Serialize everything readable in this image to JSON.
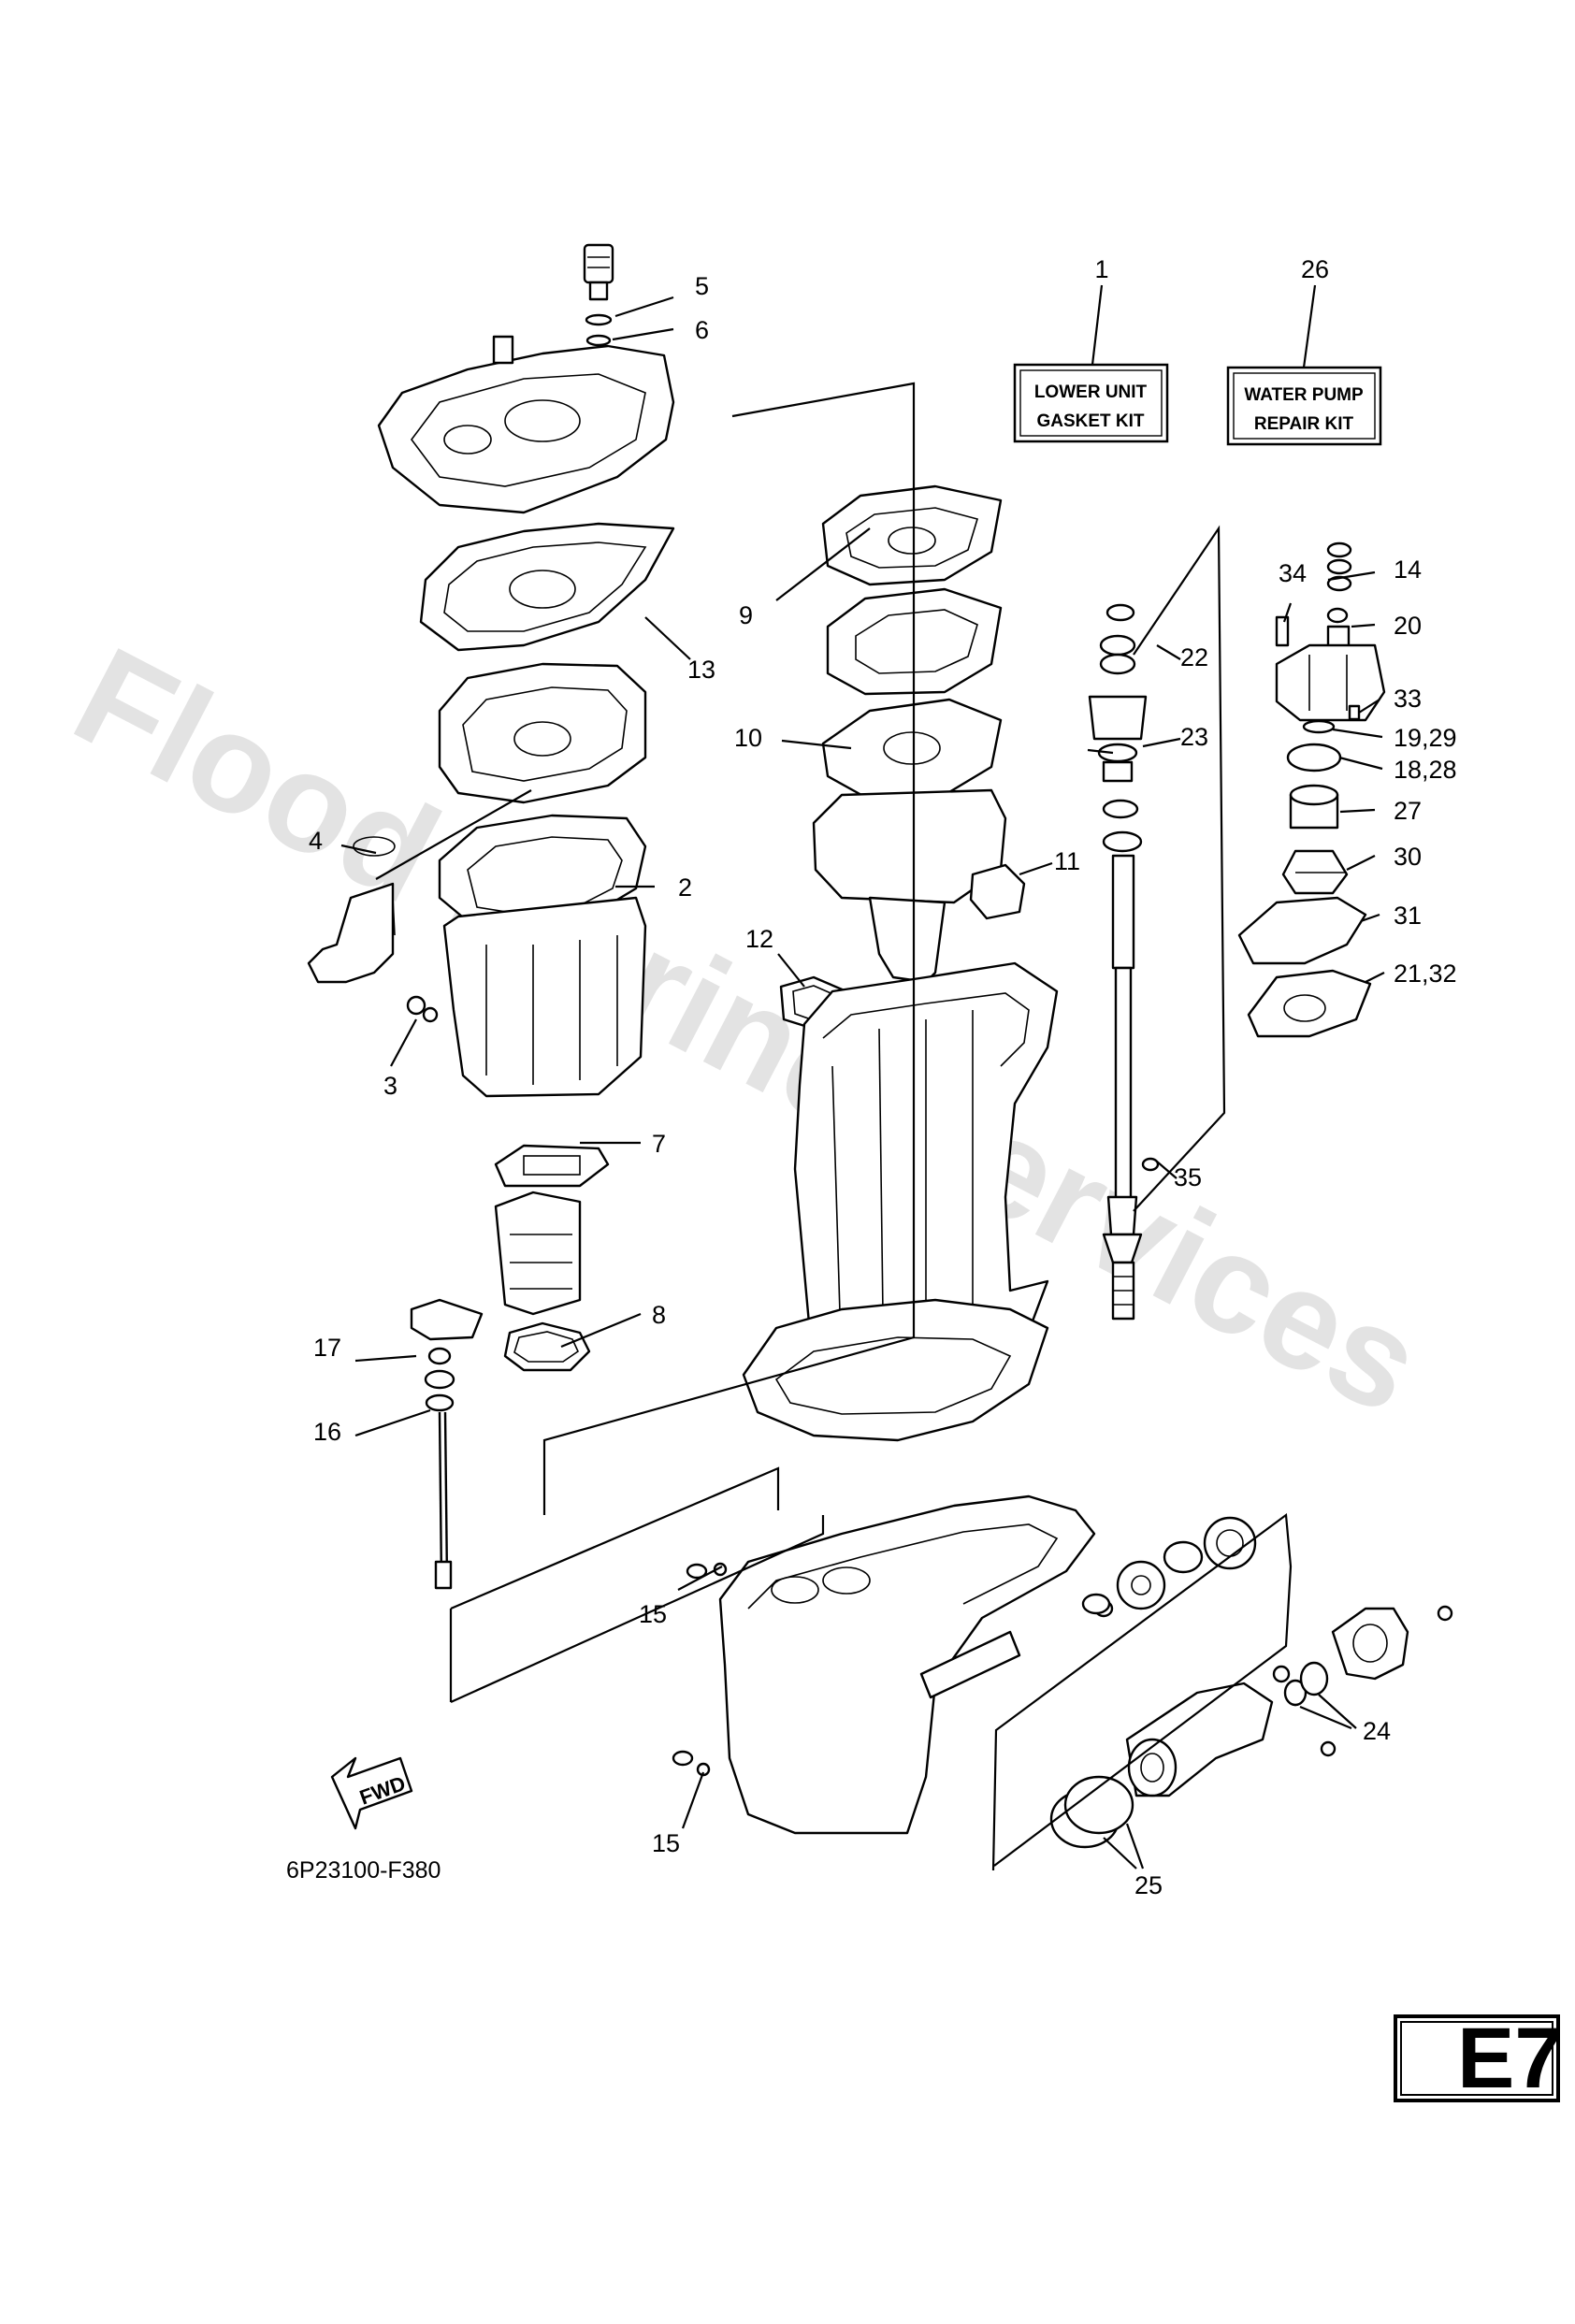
{
  "kits": {
    "lower_unit": {
      "number": "1",
      "line1": "LOWER UNIT",
      "line2": "GASKET KIT"
    },
    "water_pump": {
      "number": "26",
      "line1": "WATER PUMP",
      "line2": "REPAIR KIT"
    }
  },
  "callouts": {
    "c2": "2",
    "c3": "3",
    "c4": "4",
    "c5": "5",
    "c6": "6",
    "c7": "7",
    "c8": "8",
    "c9": "9",
    "c10": "10",
    "c11": "11",
    "c12": "12",
    "c13": "13",
    "c14": "14",
    "c15a": "15",
    "c15b": "15",
    "c16": "16",
    "c17": "17",
    "c18_28": "18,28",
    "c19_29": "19,29",
    "c20": "20",
    "c21_32": "21,32",
    "c22": "22",
    "c23": "23",
    "c24": "24",
    "c25": "25",
    "c27": "27",
    "c30": "30",
    "c31": "31",
    "c33": "33",
    "c34": "34",
    "c35": "35"
  },
  "fwd_label": "FWD",
  "diagram_code": "6P23100-F380",
  "page_badge": "E7",
  "watermark": "Flood Marine Services"
}
